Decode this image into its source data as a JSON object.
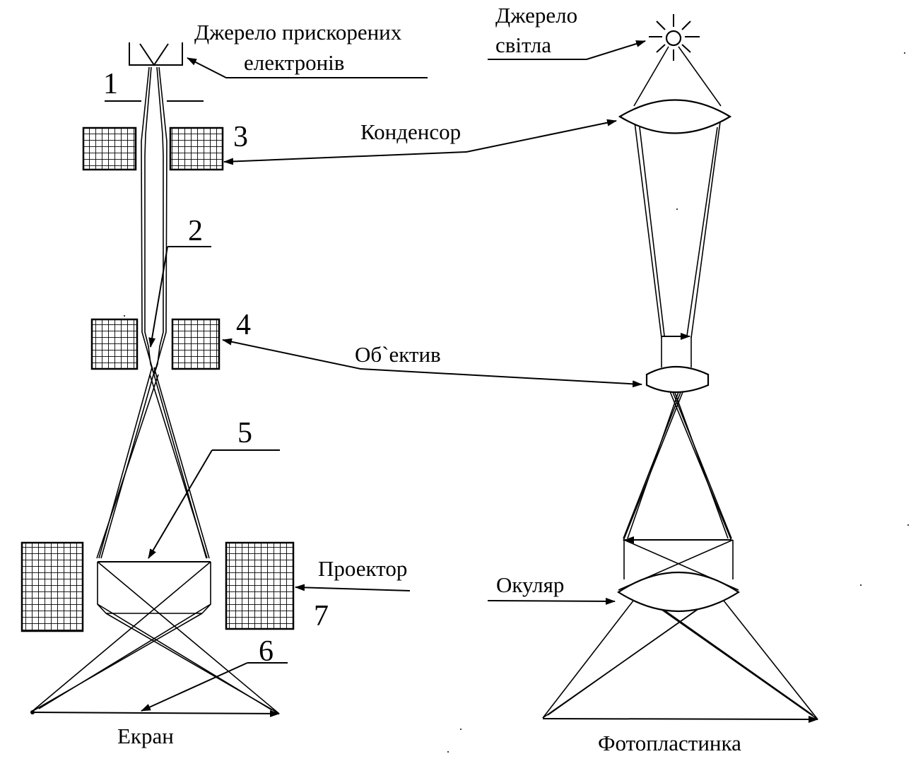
{
  "labels": {
    "electron_source": [
      "Джерело прискорених",
      "електронів"
    ],
    "light_source": [
      "Джерело",
      "світла"
    ],
    "condenser": "Конденсор",
    "objective": "Об`ектив",
    "projector": "Проектор",
    "eyepiece": "Окуляр",
    "screen": "Екран",
    "photoplate": "Фотопластинка"
  },
  "numbers": {
    "n1": "1",
    "n2": "2",
    "n3": "3",
    "n4": "4",
    "n5": "5",
    "n6": "6",
    "n7": "7"
  }
}
